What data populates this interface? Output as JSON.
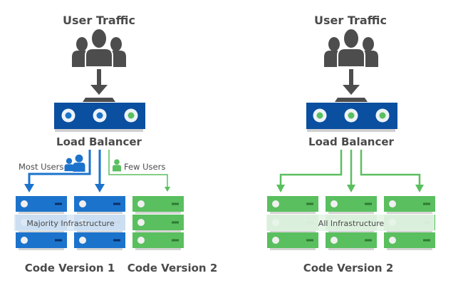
{
  "colors": {
    "blue": "#1c73cc",
    "dark_blue": "#0a4fa0",
    "green": "#5abf5f",
    "gray_text": "#4a4a4a",
    "people": "#4d4d4d"
  },
  "left_panel": {
    "traffic_label": "User Traffic",
    "load_balancer_label": "Load Balancer",
    "lb_lights": [
      "blue",
      "blue",
      "green"
    ],
    "most_users_label": "Most Users",
    "few_users_label": "Few Users",
    "overlay_label": "Majority Infrastructure",
    "version1_label": "Code Version 1",
    "version2_label": "Code Version 2",
    "server_stacks": [
      {
        "color": "blue",
        "version": "Code Version 1"
      },
      {
        "color": "blue",
        "version": "Code Version 1"
      },
      {
        "color": "green",
        "version": "Code Version 2"
      }
    ]
  },
  "right_panel": {
    "traffic_label": "User Traffic",
    "load_balancer_label": "Load Balancer",
    "lb_lights": [
      "green",
      "green",
      "green"
    ],
    "overlay_label": "All Infrastructure",
    "version_label": "Code Version 2",
    "server_stacks": [
      {
        "color": "green",
        "version": "Code Version 2"
      },
      {
        "color": "green",
        "version": "Code Version 2"
      },
      {
        "color": "green",
        "version": "Code Version 2"
      }
    ]
  }
}
